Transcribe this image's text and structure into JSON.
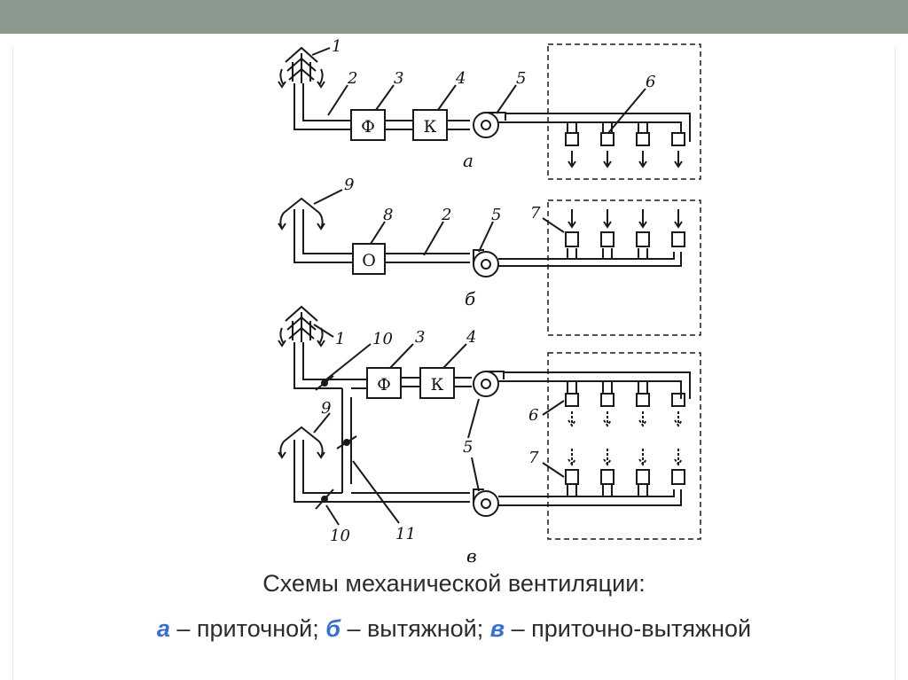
{
  "diagram": {
    "equipment": {
      "filter": "Ф",
      "heater": "К",
      "heater_b": "О"
    },
    "callouts": {
      "a": [
        "1",
        "2",
        "3",
        "4",
        "5",
        "6"
      ],
      "b": [
        "9",
        "8",
        "2",
        "5",
        "7"
      ],
      "c": [
        "1",
        "10",
        "3",
        "4",
        "9",
        "6",
        "5",
        "7",
        "10",
        "11"
      ]
    },
    "subfigure_labels": {
      "a": "а",
      "b": "б",
      "c": "в"
    }
  },
  "caption": {
    "title": "Схемы механической вентиляции:",
    "items": [
      {
        "letter": "а",
        "text": " – приточной; "
      },
      {
        "letter": "б",
        "text": " – вытяжной; "
      },
      {
        "letter": "в",
        "text": " – приточно-вытяжной"
      }
    ]
  },
  "colors": {
    "accent": "#3a6fd0",
    "top_bar": "#8a9a8f",
    "line": "#1a1a1a"
  }
}
